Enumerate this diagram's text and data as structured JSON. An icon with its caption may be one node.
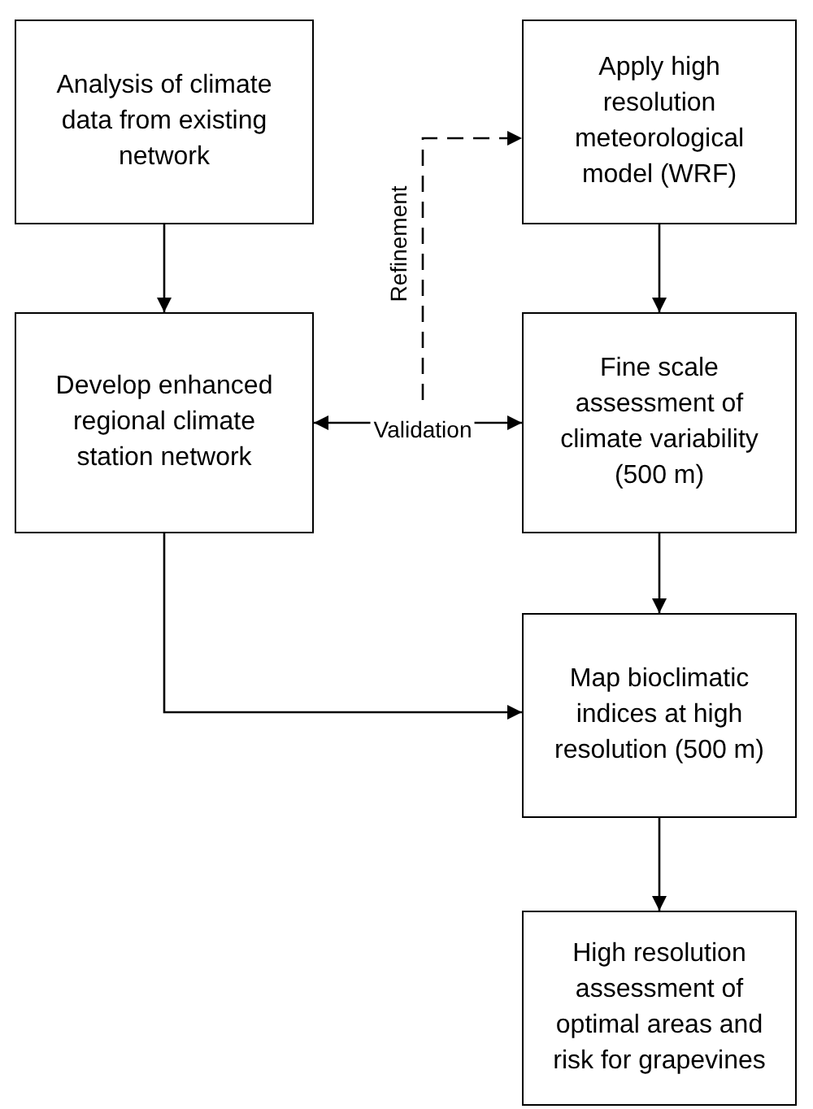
{
  "diagram": {
    "nodes": [
      {
        "text": [
          "Analysis of climate data from existing network"
        ]
      },
      {
        "text": [
          "Apply high resolution meteorological model (WRF)"
        ]
      },
      {
        "text": [
          "Develop enhanced regional climate station network"
        ]
      },
      {
        "text": [
          "Fine scale assessment of climate variability (500 m)"
        ]
      },
      {
        "text": [
          "Map bioclimatic indices at high resolution (500 m)"
        ]
      },
      {
        "text": [
          "High resolution assessment of optimal areas and risk for grapevines"
        ]
      }
    ],
    "edges": [
      {
        "from": 0,
        "to": 2,
        "arrow": "to"
      },
      {
        "from": 1,
        "to": 3,
        "arrow": "to"
      },
      {
        "from": 2,
        "to": 3,
        "arrow": "both",
        "label": "Validation"
      },
      {
        "from": null,
        "to": 1,
        "arrow": "to",
        "label": "Refinement",
        "style": "dashed"
      },
      {
        "from": 3,
        "to": 4,
        "arrow": "to"
      },
      {
        "from": 2,
        "to": 4,
        "arrow": "to"
      },
      {
        "from": 4,
        "to": 5,
        "arrow": "to"
      }
    ]
  }
}
